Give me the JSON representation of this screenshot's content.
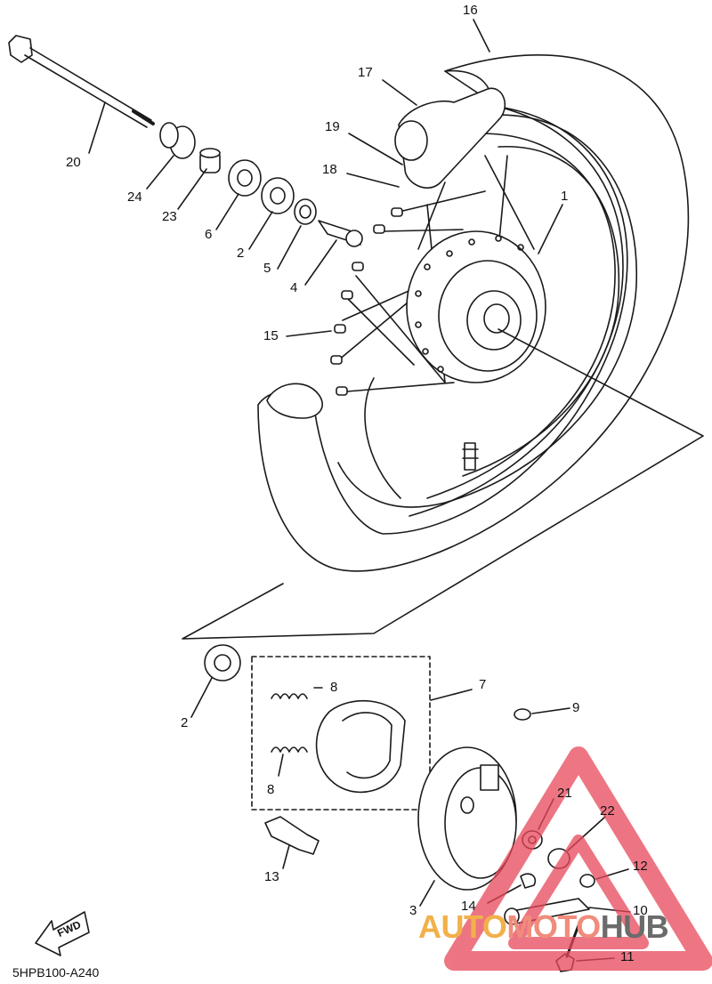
{
  "figure_code": "5HPB100-A240",
  "fwd_label": "FWD",
  "part_numbers": [
    "1",
    "2",
    "2",
    "3",
    "4",
    "5",
    "6",
    "7",
    "8",
    "8",
    "9",
    "10",
    "11",
    "12",
    "13",
    "14",
    "15",
    "16",
    "17",
    "18",
    "19",
    "20",
    "21",
    "22",
    "23",
    "24"
  ],
  "watermark": {
    "part1": "AUTO",
    "part2": "MOTO",
    "part3": "HUB",
    "colors": {
      "auto": "#f2b04a",
      "moto": "#f08c7c",
      "hub": "#6b6b6b",
      "triangle": "#e8485a"
    }
  }
}
